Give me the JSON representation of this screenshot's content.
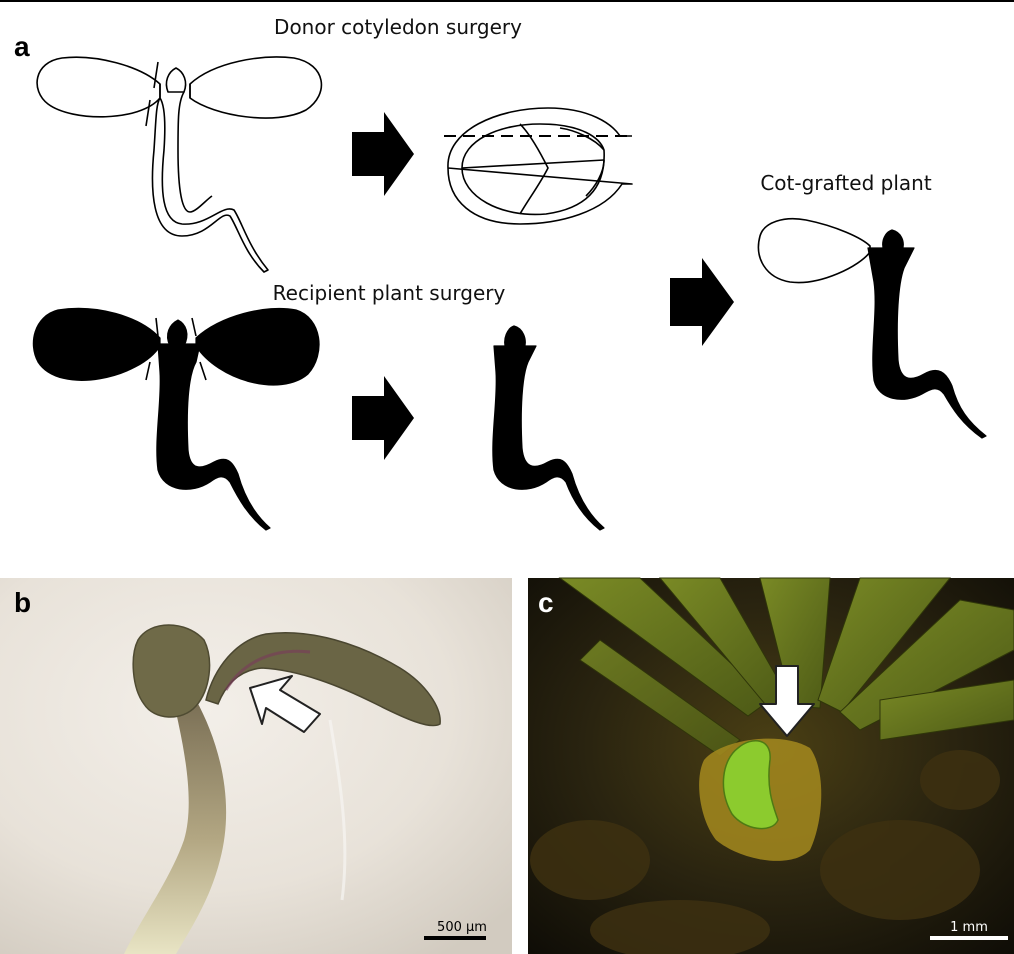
{
  "panels": {
    "a": {
      "label": "a",
      "titles": {
        "donor": "Donor cotyledon surgery",
        "recipient": "Recipient plant surgery",
        "grafted": "Cot-grafted plant"
      }
    },
    "b": {
      "label": "b",
      "scale_bar": "500 µm"
    },
    "c": {
      "label": "c",
      "scale_bar": "1 mm"
    }
  },
  "colors": {
    "ink": "#000000",
    "photo_b_background": "#e9e4dc",
    "photo_c_background": "#1d1a0c",
    "seedling_b": "#6f6a48",
    "cotyledon_c": "#8ccb2e"
  }
}
